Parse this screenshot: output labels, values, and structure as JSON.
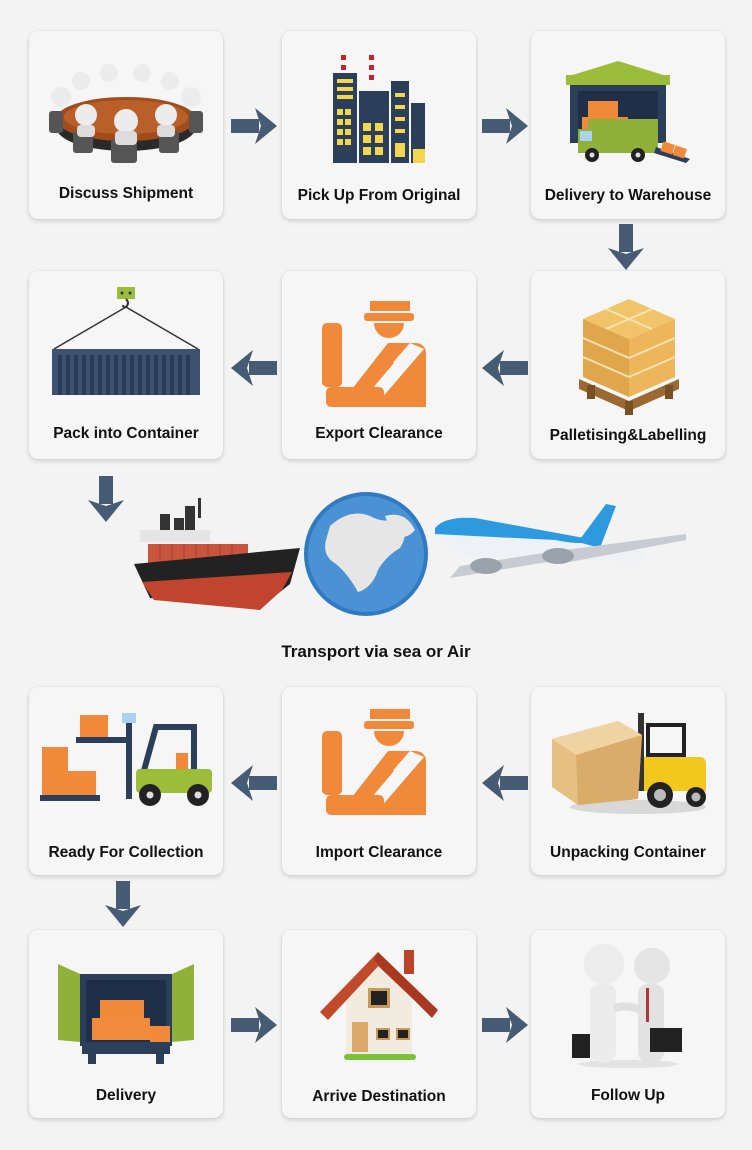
{
  "diagram": {
    "type": "process-flow",
    "colors": {
      "background": "#f3f3f3",
      "card": "#f6f6f7",
      "arrow": "#465b74",
      "accent_orange": "#f0893a",
      "accent_green": "#8fb13a",
      "navy": "#2b3f5a"
    },
    "steps": [
      {
        "id": 1,
        "label": "Discuss Shipment",
        "icon": "meeting-table-icon"
      },
      {
        "id": 2,
        "label": "Pick Up From Original",
        "icon": "factory-city-icon"
      },
      {
        "id": 3,
        "label": "Delivery to Warehouse",
        "icon": "warehouse-truck-icon"
      },
      {
        "id": 4,
        "label": "Palletising&Labelling",
        "icon": "pallet-boxes-icon"
      },
      {
        "id": 5,
        "label": "Export Clearance",
        "icon": "customs-officer-icon"
      },
      {
        "id": 6,
        "label": "Pack into Container",
        "icon": "hanging-container-icon"
      },
      {
        "id": 7,
        "label": "Transport via sea or Air",
        "icon": "ship-globe-plane-icon"
      },
      {
        "id": 8,
        "label": "Unpacking Container",
        "icon": "forklift-box-icon"
      },
      {
        "id": 9,
        "label": "Import Clearance",
        "icon": "customs-officer-icon"
      },
      {
        "id": 10,
        "label": "Ready For Collection",
        "icon": "forklift-pallet-icon"
      },
      {
        "id": 11,
        "label": "Delivery",
        "icon": "open-truck-icon"
      },
      {
        "id": 12,
        "label": "Arrive Destination",
        "icon": "house-icon"
      },
      {
        "id": 13,
        "label": "Follow Up",
        "icon": "handshake-icon"
      }
    ],
    "connections": [
      {
        "from": 1,
        "to": 2,
        "direction": "right"
      },
      {
        "from": 2,
        "to": 3,
        "direction": "right"
      },
      {
        "from": 3,
        "to": 4,
        "direction": "down"
      },
      {
        "from": 4,
        "to": 5,
        "direction": "left"
      },
      {
        "from": 5,
        "to": 6,
        "direction": "left"
      },
      {
        "from": 6,
        "to": 7,
        "direction": "down"
      },
      {
        "from": 8,
        "to": 9,
        "direction": "left"
      },
      {
        "from": 9,
        "to": 10,
        "direction": "left"
      },
      {
        "from": 10,
        "to": 11,
        "direction": "down"
      },
      {
        "from": 11,
        "to": 12,
        "direction": "right"
      },
      {
        "from": 12,
        "to": 13,
        "direction": "right"
      }
    ]
  }
}
